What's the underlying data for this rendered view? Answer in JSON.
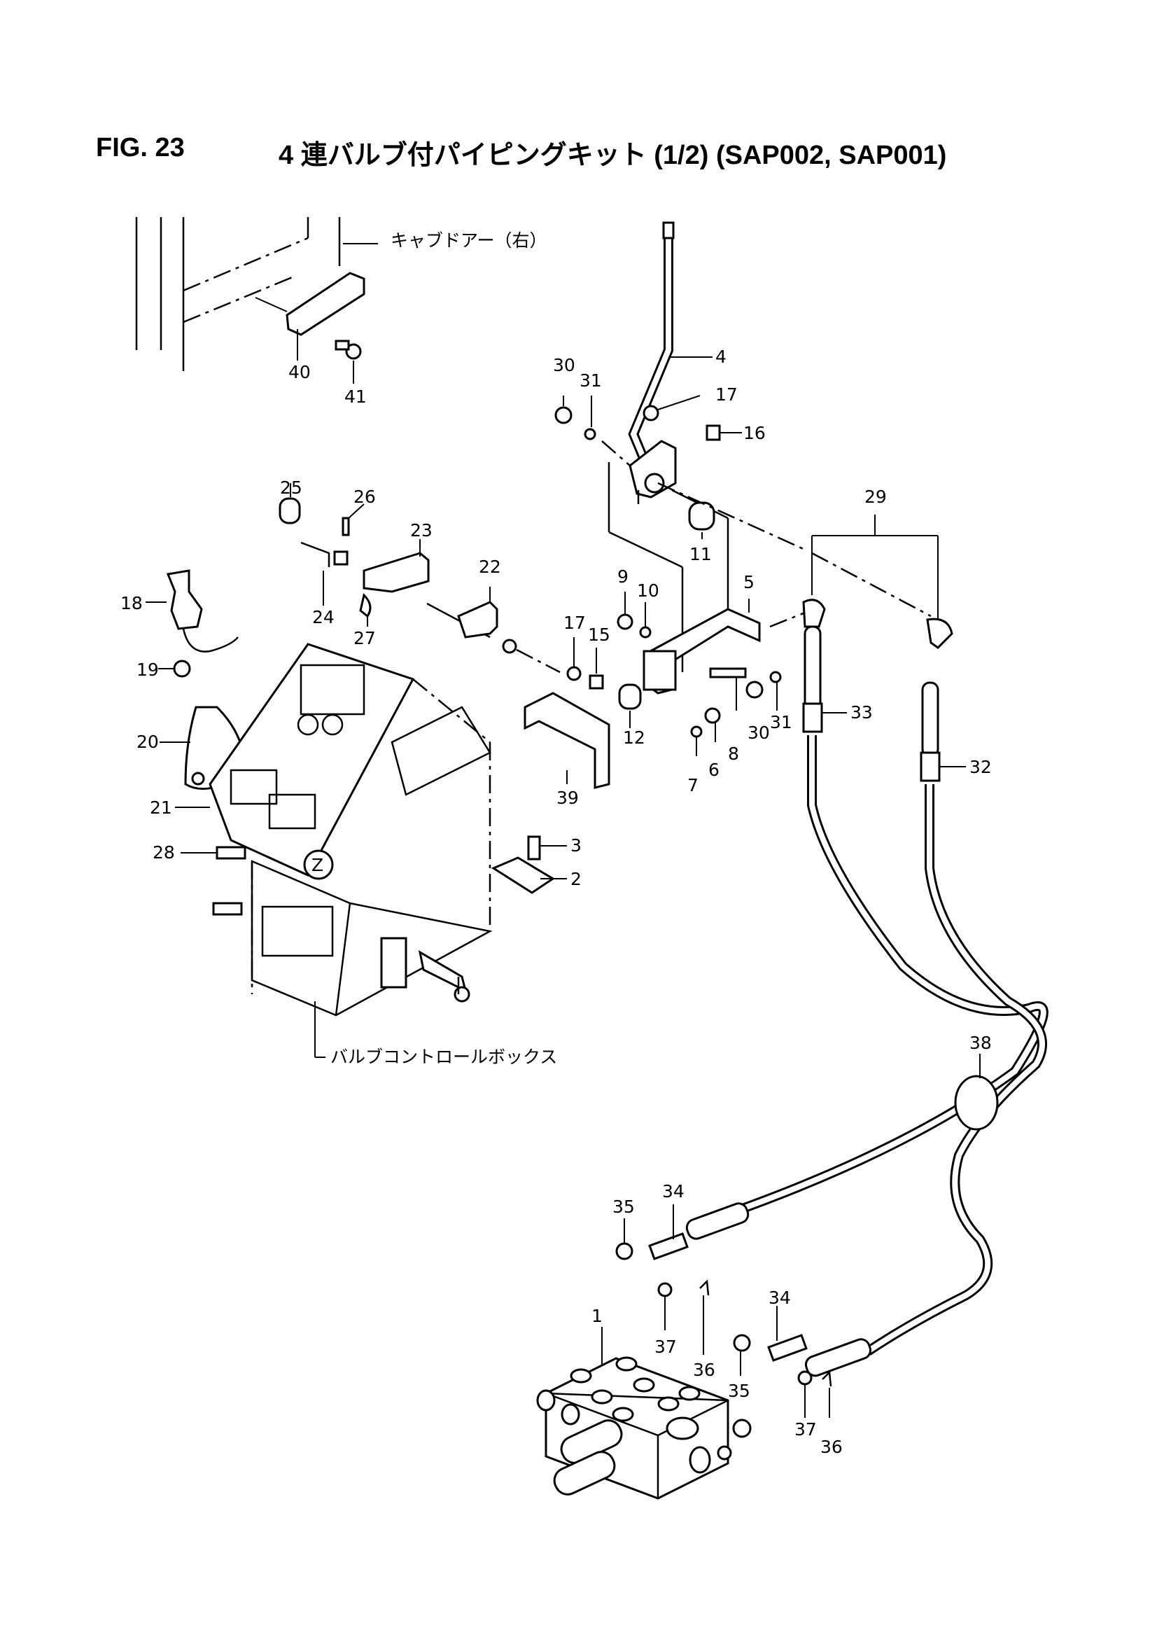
{
  "figure": {
    "number": "FIG. 23",
    "title": "4 連バルブ付パイピングキット (1/2) (SAP002, SAP001)"
  },
  "annotations": {
    "cab_door": "キャブドアー（右）",
    "valve_box": "バルブコントロールボックス",
    "detail_mark": "Z"
  },
  "callouts": {
    "c1": "1",
    "c2": "2",
    "c3": "3",
    "c4": "4",
    "c5": "5",
    "c6": "6",
    "c7": "7",
    "c8": "8",
    "c9": "9",
    "c10": "10",
    "c11": "11",
    "c12": "12",
    "c15": "15",
    "c16": "16",
    "c17a": "17",
    "c17b": "17",
    "c18": "18",
    "c19": "19",
    "c20": "20",
    "c21": "21",
    "c22": "22",
    "c23": "23",
    "c24": "24",
    "c25": "25",
    "c26": "26",
    "c27": "27",
    "c28": "28",
    "c29": "29",
    "c30a": "30",
    "c30b": "30",
    "c31a": "31",
    "c31b": "31",
    "c32": "32",
    "c33": "33",
    "c34a": "34",
    "c34b": "34",
    "c35a": "35",
    "c35b": "35",
    "c36a": "36",
    "c36b": "36",
    "c37a": "37",
    "c37b": "37",
    "c38": "38",
    "c39": "39",
    "c40": "40",
    "c41": "41"
  }
}
